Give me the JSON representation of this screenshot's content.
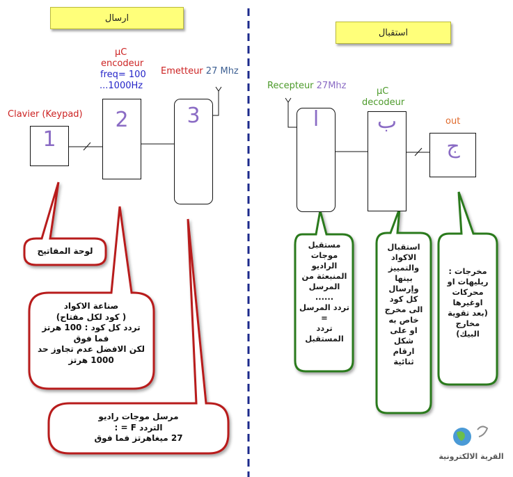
{
  "left_section": {
    "header": "ارسال",
    "keypad_label": "Clavier (Keypad)",
    "keypad_number": "1",
    "encoder_label_line1": "µC",
    "encoder_label_line2": "encodeur",
    "encoder_freq_line1": "freq= 100",
    "encoder_freq_line2": "...1000Hz",
    "encoder_number": "2",
    "emitter_label_prefix": "Emetteur ",
    "emitter_label_value": "27 Mhz",
    "emitter_number": "3",
    "callout_keypad": "لوحة المفاتيح",
    "callout_encoder": "صناعة الاكواد\n( كود لكل مفتاح)\nتردد كل كود : 100 هرتز\nفما فوق\nلكن الافضل عدم تجاوز حد\n1000 هرتز",
    "callout_emitter": "مرسل موجات راديو\nالتردد F = :\n27 ميغاهرتز فما فوق"
  },
  "right_section": {
    "header": "استقبال",
    "receiver_label_prefix": "Recepteur ",
    "receiver_label_value": "27Mhz",
    "receiver_letter": "ا",
    "decoder_label_line1": "µC",
    "decoder_label_line2": "decodeur",
    "decoder_letter": "ب",
    "out_label": "out",
    "out_letter": "ج",
    "callout_receiver": "مستقبل\nموجات\nالراديو\nالمنبعثة من\nالمرسل\n......\nتردد المرسل\n=\nتردد\nالمستقبل",
    "callout_decoder": "استقبال\nالاكواد\nوالتمييز\nبينها\nوإرسال\nكل كود\nالى مخرج\nخاص به\nاو على\nشكل\nارقام\nثنائية",
    "callout_out": "مخرجات :\nريليهات او\nمحركات\nاوغيرها\n(بعد تقوية\nمخارج\nالبيك)"
  },
  "logo": {
    "text": "القرية الالكترونية"
  },
  "colors": {
    "note_yellow": "#ffff7a",
    "callout_red": "#b81c1c",
    "callout_green": "#2c7a1e",
    "divider_blue": "#1c2a8c",
    "number_purple": "#8a6bc4"
  }
}
